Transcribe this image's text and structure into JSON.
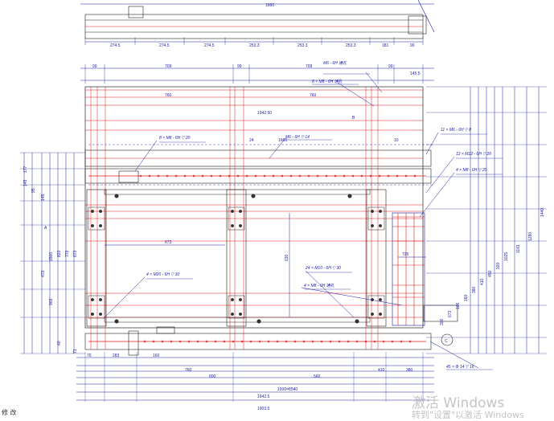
{
  "drawing": {
    "top_dims": [
      "1660",
      "274.5",
      "274.5",
      "274.5",
      "253.3",
      "253.3",
      "253.3",
      "181",
      "90"
    ],
    "upper_dims": [
      "99",
      "709",
      "99",
      "709",
      "99",
      "760",
      "760",
      "1942.50",
      "24",
      "1660",
      "10",
      "145.5"
    ],
    "bottom_dims": [
      "70",
      "283",
      "160",
      "760",
      "800",
      "560",
      "410",
      "380",
      "1500=8540",
      "1942.5",
      "1903.5"
    ],
    "left_dims": [
      "177",
      "145",
      "95",
      "145",
      "1500",
      "823",
      "773",
      "673",
      "473",
      "903",
      "40",
      "71"
    ],
    "right_dims": [
      "1440",
      "1280",
      "1181",
      "1025",
      "920",
      "450",
      "410",
      "380",
      "160",
      "106",
      "673",
      "300"
    ],
    "inner_dims": [
      "673",
      "630",
      "725"
    ],
    "callouts": [
      "M6 - 6H 通孔",
      "8 × M8 - 6H 通孔",
      "M6 - 6H ▽ 14",
      "8 × M8 - 6H ▽ 20",
      "11 × M6 - 6H ▽ 8",
      "12 × M12 - 6H ▽ 20",
      "4 × M8 - 6H ▽ 20",
      "4 × M20 - 6H ▽ 30",
      "24 × M10 - 6H ▽ 30",
      "4 × M8 - 6H 通孔",
      "45 × Φ 14 ▽ 16"
    ],
    "markers": [
      "A",
      "B",
      "C"
    ]
  },
  "overlay": {
    "watermark_line1": "激活 Windows",
    "watermark_line2": "转到\"设置\"以激活 Windows",
    "corner_text": "修 改"
  }
}
